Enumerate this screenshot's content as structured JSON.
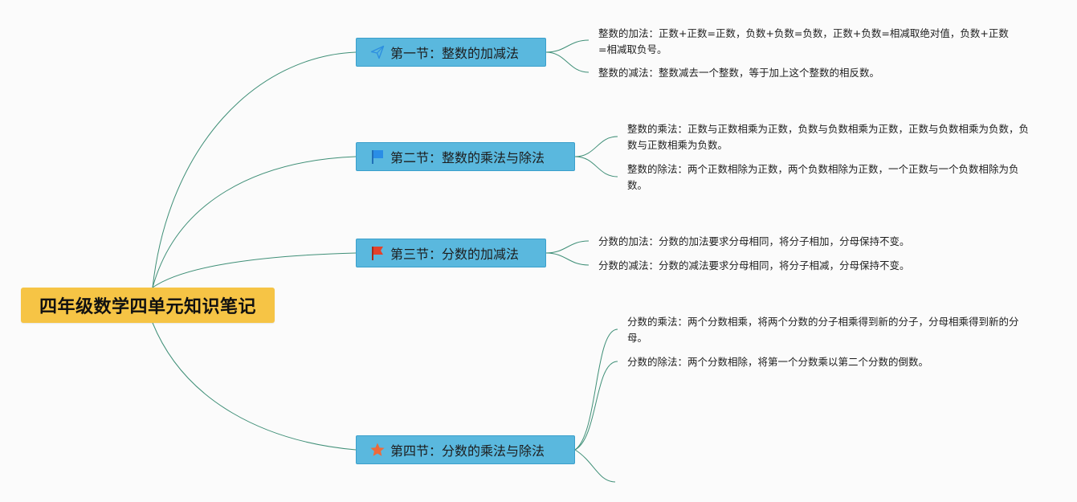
{
  "root": {
    "title": "四年级数学四单元知识笔记",
    "color": "#f6c445"
  },
  "sections": [
    {
      "icon": "paper-plane-icon",
      "label": "第一节：整数的加减法",
      "notes": [
        "整数的加法：正数+正数=正数，负数+负数=负数，正数+负数=相减取绝对值，负数+正数=相减取负号。",
        "整数的减法：整数减去一个整数，等于加上这个整数的相反数。"
      ]
    },
    {
      "icon": "blue-flag-icon",
      "label": "第二节：整数的乘法与除法",
      "notes": [
        "整数的乘法：正数与正数相乘为正数，负数与负数相乘为正数，正数与负数相乘为负数，负数与正数相乘为负数。",
        "整数的除法：两个正数相除为正数，两个负数相除为正数，一个正数与一个负数相除为负数。"
      ]
    },
    {
      "icon": "red-flag-icon",
      "label": "第三节：分数的加减法",
      "notes": [
        "分数的加法：分数的加法要求分母相同，将分子相加，分母保持不变。",
        "分数的减法：分数的减法要求分母相同，将分子相减，分母保持不变。"
      ]
    },
    {
      "icon": "star-icon",
      "label": "第四节：分数的乘法与除法",
      "notes": [
        "分数的乘法：两个分数相乘，将两个分数的分子相乘得到新的分子，分母相乘得到新的分母。",
        "分数的除法：两个分数相除，将第一个分数乘以第二个分数的倒数。"
      ]
    }
  ],
  "colors": {
    "connector": "#3f8f77",
    "section_fill": "#5ab8de",
    "section_border": "#3a9fcb",
    "plane_icon": "#2d8fe0",
    "blue_flag": "#2a8de6",
    "red_flag": "#e4412b",
    "star": "#ee6a3a"
  }
}
